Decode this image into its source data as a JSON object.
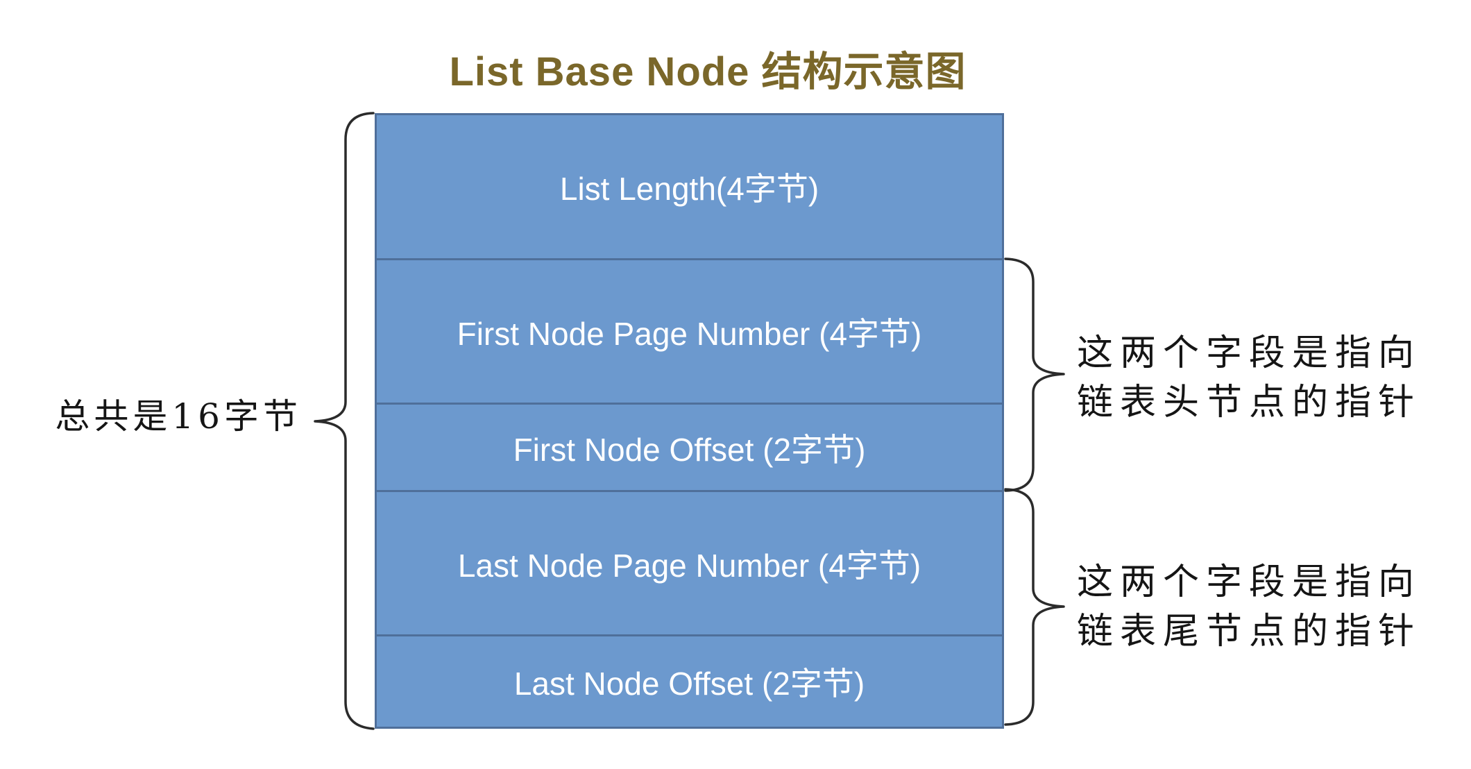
{
  "title": "List Base Node 结构示意图",
  "struct_box": {
    "rows": [
      {
        "label": "List Length(4字节)"
      },
      {
        "label": "First Node Page Number (4字节)"
      },
      {
        "label": "First Node Offset (2字节)"
      },
      {
        "label": "Last Node Page Number (4字节)"
      },
      {
        "label": "Last Node Offset (2字节)"
      }
    ]
  },
  "annotations": {
    "total_size": "总共是16字节",
    "head_pointer_line1": "这两个字段是指向",
    "head_pointer_line2": "链表头节点的指针",
    "tail_pointer_line1": "这两个字段是指向",
    "tail_pointer_line2": "链表尾节点的指针"
  },
  "colors": {
    "title": "#7A672A",
    "box_fill": "#6C99CE",
    "box_border": "#4F6F9A",
    "row_text": "#FFFFFF",
    "annotation_text": "#151515",
    "brace": "#2B2B2B",
    "background": "#FFFFFF"
  }
}
